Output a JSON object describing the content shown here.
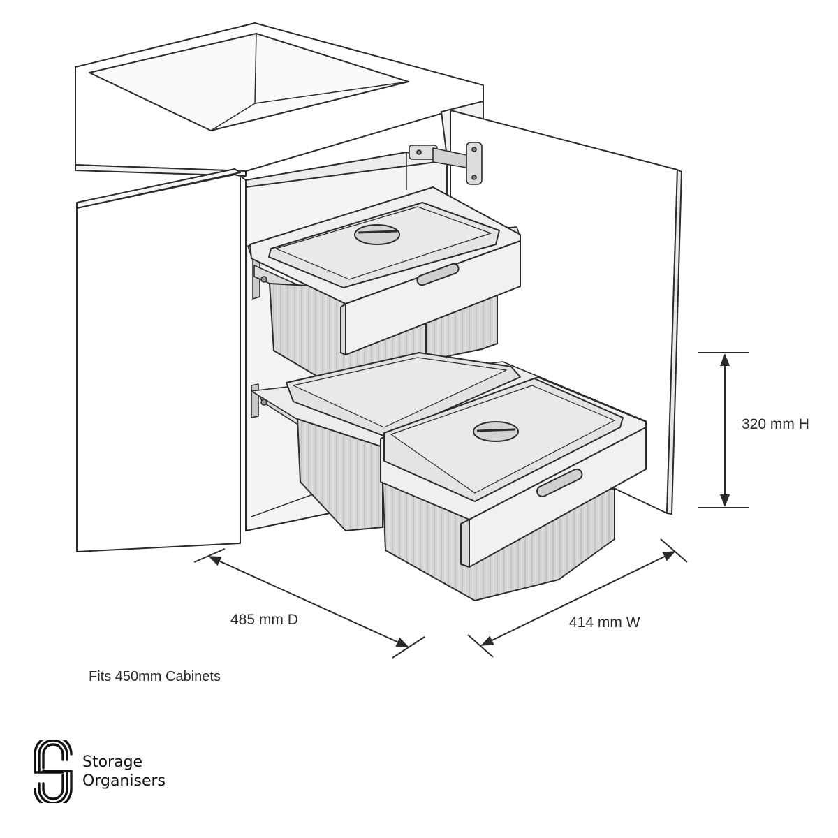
{
  "dimensions": {
    "height": "320 mm H",
    "depth": "485 mm D",
    "width": "414 mm W"
  },
  "note": "Fits 450mm Cabinets",
  "brand": {
    "line1": "Storage",
    "line2": "Organisers",
    "logo_icon": "interlocking-s-logo-icon"
  },
  "colors": {
    "line": "#2b2b2b",
    "cabinet_fill": "#ffffff",
    "bin_fill": "#d9d9d9",
    "bin_shade": "#c4c4c4",
    "lid_fill": "#e3e3e3",
    "frame_fill": "#eeeeee"
  }
}
